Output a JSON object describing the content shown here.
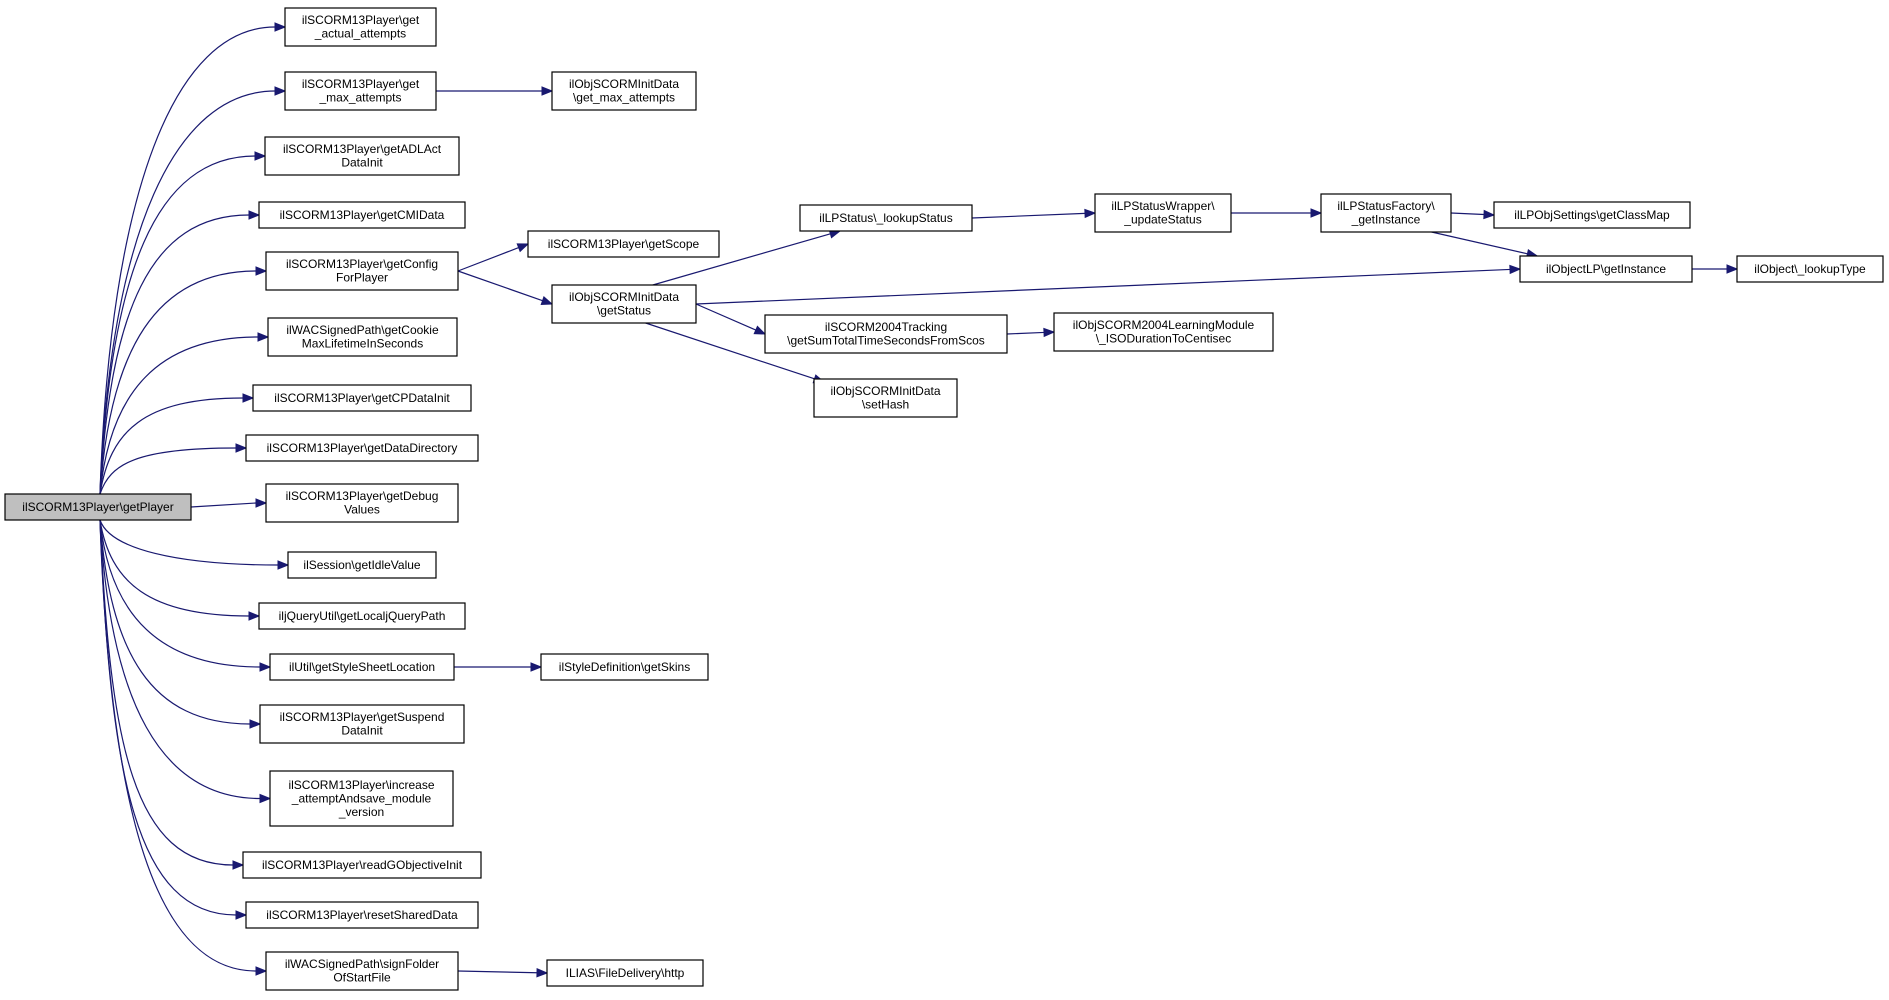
{
  "graph": {
    "nodes": [
      {
        "id": "root",
        "lines": [
          "ilSCORM13Player\\getPlayer"
        ]
      },
      {
        "id": "n1",
        "lines": [
          "ilSCORM13Player\\get",
          "_actual_attempts"
        ]
      },
      {
        "id": "n2",
        "lines": [
          "ilSCORM13Player\\get",
          "_max_attempts"
        ]
      },
      {
        "id": "n3",
        "lines": [
          "ilSCORM13Player\\getADLAct",
          "DataInit"
        ]
      },
      {
        "id": "n4",
        "lines": [
          "ilSCORM13Player\\getCMIData"
        ]
      },
      {
        "id": "n5",
        "lines": [
          "ilSCORM13Player\\getConfig",
          "ForPlayer"
        ]
      },
      {
        "id": "n6",
        "lines": [
          "ilWACSignedPath\\getCookie",
          "MaxLifetimeInSeconds"
        ]
      },
      {
        "id": "n7",
        "lines": [
          "ilSCORM13Player\\getCPDataInit"
        ]
      },
      {
        "id": "n8",
        "lines": [
          "ilSCORM13Player\\getDataDirectory"
        ]
      },
      {
        "id": "n9",
        "lines": [
          "ilSCORM13Player\\getDebug",
          "Values"
        ]
      },
      {
        "id": "n10",
        "lines": [
          "ilSession\\getIdleValue"
        ]
      },
      {
        "id": "n11",
        "lines": [
          "iljQueryUtil\\getLocaljQueryPath"
        ]
      },
      {
        "id": "n12",
        "lines": [
          "ilUtil\\getStyleSheetLocation"
        ]
      },
      {
        "id": "n13",
        "lines": [
          "ilSCORM13Player\\getSuspend",
          "DataInit"
        ]
      },
      {
        "id": "n14",
        "lines": [
          "ilSCORM13Player\\increase",
          "_attemptAndsave_module",
          "_version"
        ]
      },
      {
        "id": "n15",
        "lines": [
          "ilSCORM13Player\\readGObjectiveInit"
        ]
      },
      {
        "id": "n16",
        "lines": [
          "ilSCORM13Player\\resetSharedData"
        ]
      },
      {
        "id": "n17",
        "lines": [
          "ilWACSignedPath\\signFolder",
          "OfStartFile"
        ]
      },
      {
        "id": "m1",
        "lines": [
          "ilObjSCORMInitData",
          "\\get_max_attempts"
        ]
      },
      {
        "id": "m2",
        "lines": [
          "ilSCORM13Player\\getScope"
        ]
      },
      {
        "id": "m3",
        "lines": [
          "ilObjSCORMInitData",
          "\\getStatus"
        ]
      },
      {
        "id": "m4",
        "lines": [
          "ilStyleDefinition\\getSkins"
        ]
      },
      {
        "id": "m5",
        "lines": [
          "ILIAS\\FileDelivery\\http"
        ]
      },
      {
        "id": "s1",
        "lines": [
          "ilLPStatus\\_lookupStatus"
        ]
      },
      {
        "id": "s2",
        "lines": [
          "ilSCORM2004Tracking",
          "\\getSumTotalTimeSecondsFromScos"
        ]
      },
      {
        "id": "s3",
        "lines": [
          "ilObjSCORMInitData",
          "\\setHash"
        ]
      },
      {
        "id": "t1",
        "lines": [
          "ilLPStatusWrapper\\",
          "_updateStatus"
        ]
      },
      {
        "id": "t2",
        "lines": [
          "ilObjSCORM2004LearningModule",
          "\\_ISODurationToCentisec"
        ]
      },
      {
        "id": "u1",
        "lines": [
          "ilLPStatusFactory\\",
          "_getInstance"
        ]
      },
      {
        "id": "v1",
        "lines": [
          "ilLPObjSettings\\getClassMap"
        ]
      },
      {
        "id": "v2",
        "lines": [
          "ilObjectLP\\getInstance"
        ]
      },
      {
        "id": "w1",
        "lines": [
          "ilObject\\_lookupType"
        ]
      }
    ],
    "edges": [
      [
        "root",
        "n1"
      ],
      [
        "root",
        "n2"
      ],
      [
        "root",
        "n3"
      ],
      [
        "root",
        "n4"
      ],
      [
        "root",
        "n5"
      ],
      [
        "root",
        "n6"
      ],
      [
        "root",
        "n7"
      ],
      [
        "root",
        "n8"
      ],
      [
        "root",
        "n9"
      ],
      [
        "root",
        "n10"
      ],
      [
        "root",
        "n11"
      ],
      [
        "root",
        "n12"
      ],
      [
        "root",
        "n13"
      ],
      [
        "root",
        "n14"
      ],
      [
        "root",
        "n15"
      ],
      [
        "root",
        "n16"
      ],
      [
        "root",
        "n17"
      ],
      [
        "n2",
        "m1"
      ],
      [
        "n5",
        "m2"
      ],
      [
        "n5",
        "m3"
      ],
      [
        "n12",
        "m4"
      ],
      [
        "n17",
        "m5"
      ],
      [
        "m3",
        "s1"
      ],
      [
        "m3",
        "s2"
      ],
      [
        "m3",
        "s3"
      ],
      [
        "m3",
        "v2"
      ],
      [
        "s1",
        "t1"
      ],
      [
        "s2",
        "t2"
      ],
      [
        "t1",
        "u1"
      ],
      [
        "u1",
        "v1"
      ],
      [
        "u1",
        "v2"
      ],
      [
        "v2",
        "w1"
      ]
    ]
  }
}
